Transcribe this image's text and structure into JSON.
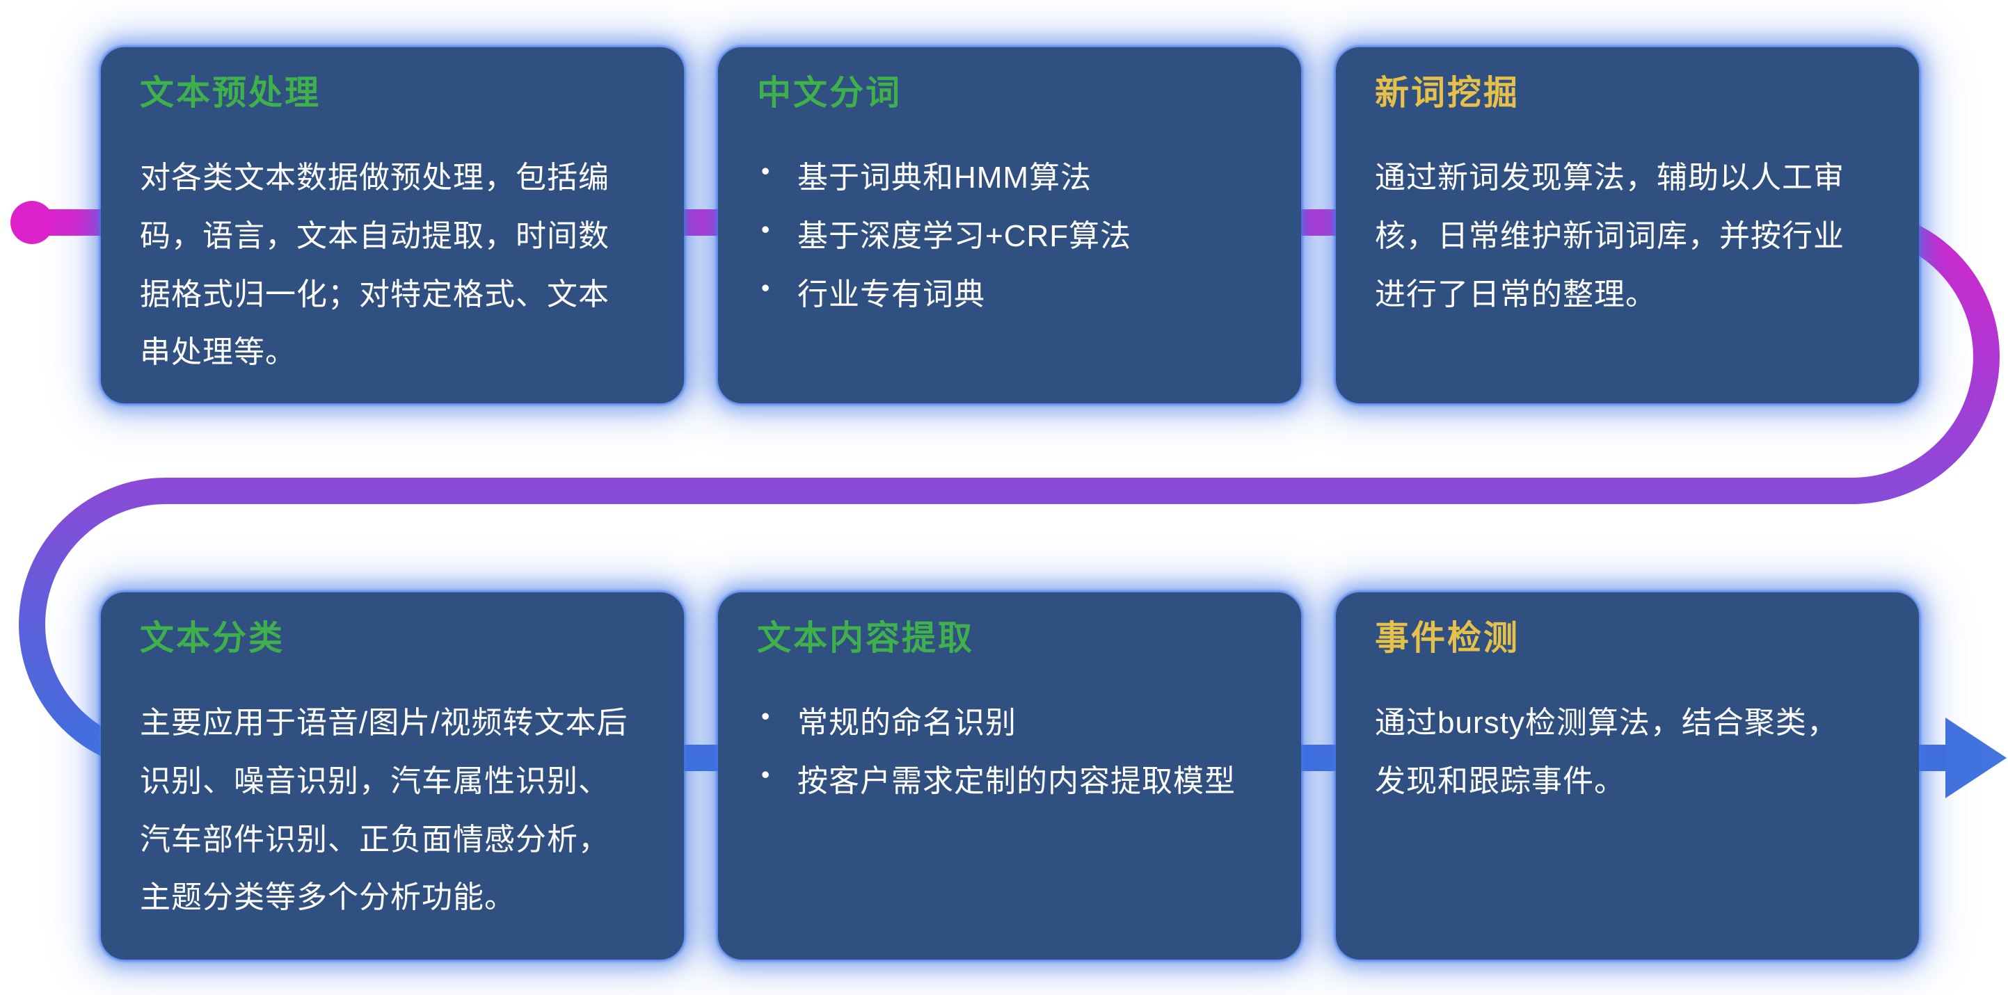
{
  "flow": {
    "start_dot_color": "#dd22cc",
    "gradient_top": "#dd22cc",
    "gradient_middle": "#8a4ad8",
    "gradient_bottom": "#3f70dd",
    "arrow_color": "#4273de"
  },
  "colors": {
    "page_background": "#ffffff",
    "card_background": "#2f5080",
    "card_glow": "#4276e6",
    "title_green": "#3fb04b",
    "title_yellow": "#e5c04a",
    "body_text": "#ffffff"
  },
  "cards": [
    {
      "title": "文本预处理",
      "title_color": "#3fb04b",
      "body": "对各类文本数据做预处理，包括编码，语言，文本自动提取，时间数据格式归一化；对特定格式、文本串处理等。"
    },
    {
      "title": "中文分词",
      "title_color": "#3fb04b",
      "bullets": [
        "基于词典和HMM算法",
        "基于深度学习+CRF算法",
        "行业专有词典"
      ]
    },
    {
      "title": "新词挖掘",
      "title_color": "#e5c04a",
      "body": "通过新词发现算法，辅助以人工审核，日常维护新词词库，并按行业进行了日常的整理。"
    },
    {
      "title": "文本分类",
      "title_color": "#3fb04b",
      "body": "主要应用于语音/图片/视频转文本后识别、噪音识别，汽车属性识别、汽车部件识别、正负面情感分析，主题分类等多个分析功能。"
    },
    {
      "title": "文本内容提取",
      "title_color": "#3fb04b",
      "bullets": [
        "常规的命名识别",
        "按客户需求定制的内容提取模型"
      ]
    },
    {
      "title": "事件检测",
      "title_color": "#e5c04a",
      "body": "通过bursty检测算法，结合聚类，发现和跟踪事件。"
    }
  ]
}
